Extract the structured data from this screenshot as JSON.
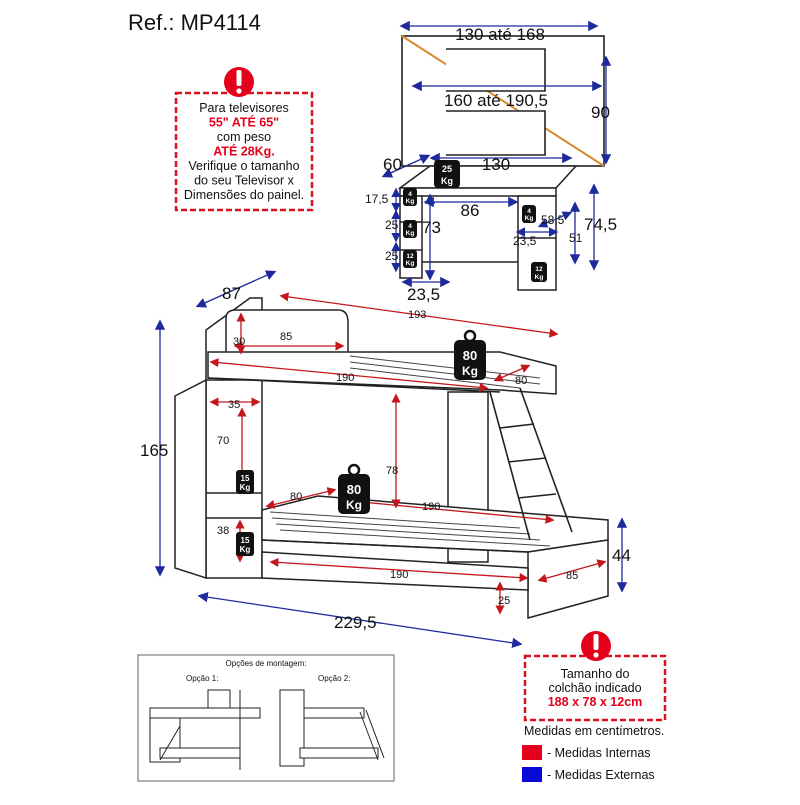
{
  "ref": "Ref.: MP4114",
  "tv_note": {
    "lines": [
      "Para televisores",
      "55\" ATÉ 65\"",
      "com peso",
      "ATÉ 28Kg.",
      "Verifique o tamanho",
      "do seu Televisor x",
      "Dimensões do painel."
    ],
    "red_lines": [
      1,
      3
    ]
  },
  "panel_dims": {
    "top": "130 até 168",
    "middle": "160 até 190,5",
    "height": "90"
  },
  "desk_dims": {
    "depth": "60",
    "width": "130",
    "inner": "86",
    "h_total": "74,5",
    "h_inner": "73",
    "shelf_w": "58,5",
    "shelf_w2": "23,5",
    "side_h": "51",
    "bottom_w": "23,5",
    "n1": "17,5",
    "n2": "25",
    "n3": "25"
  },
  "desk_weights": {
    "top": [
      "25",
      "Kg"
    ],
    "s1": [
      "4",
      "Kg"
    ],
    "s2": [
      "4",
      "Kg"
    ],
    "s3": [
      "12",
      "Kg"
    ],
    "r1": [
      "4",
      "Kg"
    ],
    "r2": [
      "12",
      "Kg"
    ]
  },
  "bed_dims": {
    "depth": "87",
    "length_top": "193",
    "inner_30": "30",
    "inner_85": "85",
    "inner_190": "190",
    "inner_80": "80",
    "shelf_35": "35",
    "shelf_70": "70",
    "shelf_38": "38",
    "height_78": "78",
    "lower_80": "80",
    "lower_190": "190",
    "bottom_190": "190",
    "lower_85": "85",
    "gap_25": "25",
    "height": "165",
    "width": "229,5",
    "h_44": "44"
  },
  "bed_weights": {
    "upper": [
      "80",
      "Kg"
    ],
    "lower": [
      "80",
      "Kg"
    ],
    "shelf1": [
      "15",
      "Kg"
    ],
    "shelf2": [
      "15",
      "Kg"
    ]
  },
  "options": {
    "title": "Opções de montagem:",
    "opt1": "Opção 1:",
    "opt2": "Opção 2:"
  },
  "mattress_note": {
    "lines": [
      "Tamanho do",
      "colchão indicado",
      "188 x 78 x 12cm"
    ]
  },
  "legend": {
    "title": "Medidas em centímetros.",
    "items": [
      {
        "label": "- Medidas Internas",
        "color": "#e4001b"
      },
      {
        "label": "- Medidas Externas",
        "color": "#0a0ad8"
      }
    ]
  },
  "colors": {
    "note_border": "#d8121c",
    "alert_red": "#e4001b",
    "blue": "#1c2a9c",
    "dim_red": "#c4161c"
  }
}
